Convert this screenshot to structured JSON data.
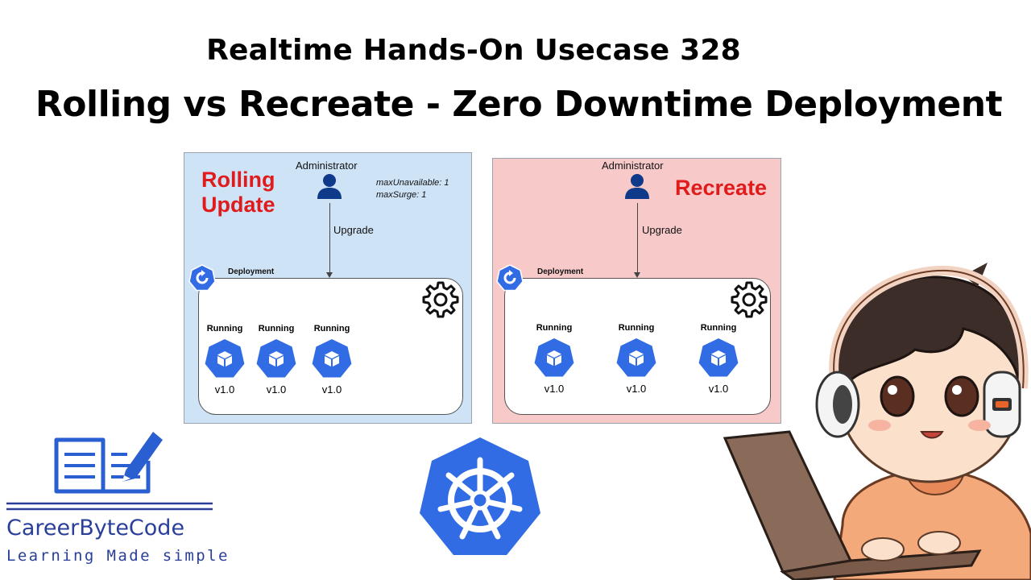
{
  "header": {
    "subtitle": "Realtime  Hands-On Usecase 328",
    "title": "Rolling vs Recreate - Zero Downtime Deployment"
  },
  "rolling_panel": {
    "heading_line1": "Rolling",
    "heading_line2": "Update",
    "admin_label": "Administrator",
    "strategy_line1": "maxUnavailable: 1",
    "strategy_line2": "maxSurge: 1",
    "upgrade_label": "Upgrade",
    "deployment_label": "Deployment",
    "pods": [
      {
        "state": "Running",
        "version": "v1.0"
      },
      {
        "state": "Running",
        "version": "v1.0"
      },
      {
        "state": "Running",
        "version": "v1.0"
      }
    ]
  },
  "recreate_panel": {
    "heading": "Recreate",
    "admin_label": "Administrator",
    "upgrade_label": "Upgrade",
    "deployment_label": "Deployment",
    "pods": [
      {
        "state": "Running",
        "version": "v1.0"
      },
      {
        "state": "Running",
        "version": "v1.0"
      },
      {
        "state": "Running",
        "version": "v1.0"
      }
    ]
  },
  "brand": {
    "name": "CareerByteCode",
    "tagline": "Learning Made simple",
    "logo_icon": "open-book-pencil-icon"
  },
  "icons": {
    "admin": "user-icon",
    "deployment": "deployment-rotate-icon",
    "gear": "gear-icon",
    "pod": "pod-cube-icon",
    "k8s": "kubernetes-wheel-icon"
  },
  "colors": {
    "k8s_blue": "#326ce5",
    "rolling_bg": "#cfe3f7",
    "recreate_bg": "#f7c9c9",
    "heading_red": "#e01b1b",
    "brand_blue": "#2a3f9a",
    "admin_navy": "#0f3a8a"
  }
}
